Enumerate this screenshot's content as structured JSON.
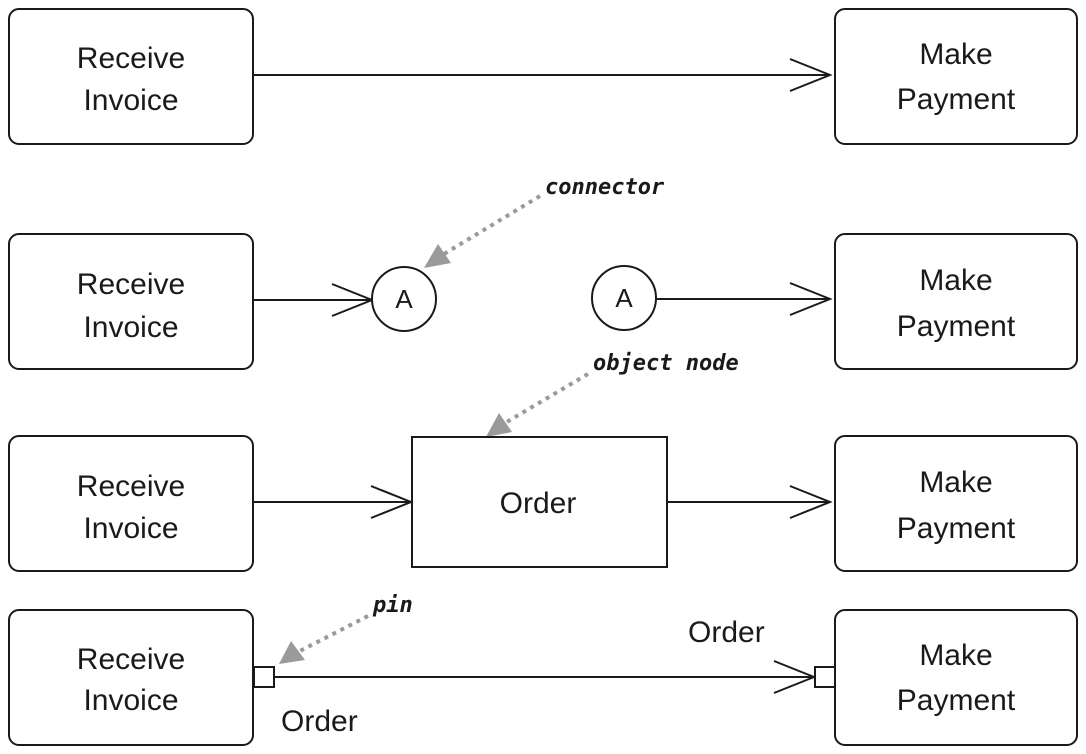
{
  "rows": [
    {
      "source": {
        "line1": "Receive",
        "line2": "Invoice"
      },
      "target": {
        "line1": "Make",
        "line2": "Payment"
      }
    },
    {
      "source": {
        "line1": "Receive",
        "line2": "Invoice"
      },
      "target": {
        "line1": "Make",
        "line2": "Payment"
      },
      "connector_in_letter": "A",
      "connector_out_letter": "A"
    },
    {
      "source": {
        "line1": "Receive",
        "line2": "Invoice"
      },
      "target": {
        "line1": "Make",
        "line2": "Payment"
      },
      "object_node": "Order"
    },
    {
      "source": {
        "line1": "Receive",
        "line2": "Invoice"
      },
      "target": {
        "line1": "Make",
        "line2": "Payment"
      },
      "output_pin_label": "Order",
      "input_pin_label": "Order"
    }
  ],
  "annotations": {
    "connector": "connector",
    "object_node": "object node",
    "pin": "pin"
  },
  "colors": {
    "stroke": "#1a1a1a",
    "callout": "#9a9a9a",
    "background": "#ffffff"
  }
}
